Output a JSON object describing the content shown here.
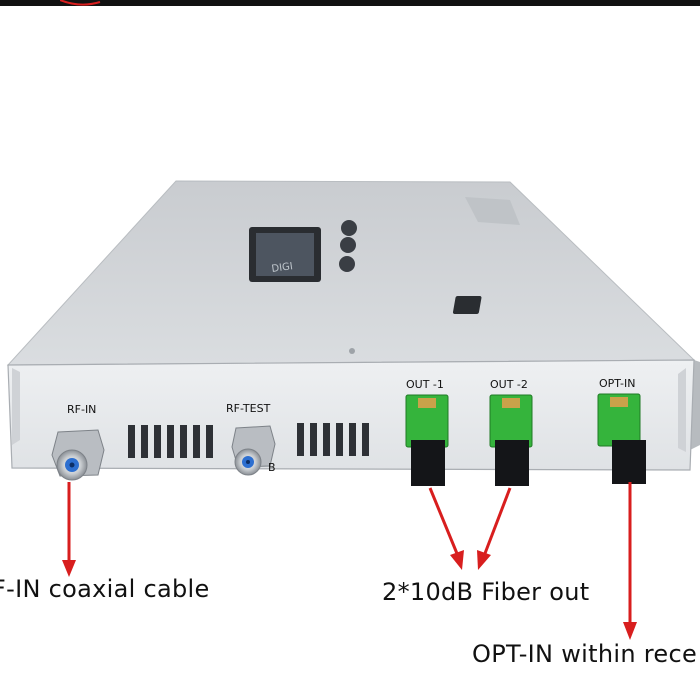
{
  "ports": {
    "rf_in": "RF-IN",
    "rf_test": "RF-TEST",
    "rf_test_mark": "B",
    "out_1": "OUT -1",
    "out_2": "OUT -2",
    "opt_in": "OPT-IN"
  },
  "captions": {
    "rf_in": "F-IN coaxial cable",
    "fiber_out": "2*10dB Fiber out",
    "opt_in": "OPT-IN within rece"
  },
  "colors": {
    "body": "#d4d7da",
    "front_panel": "#e9ebed",
    "connector_green": "#35b43c",
    "arrow_red": "#d81e1e",
    "connector_blue": "#2d6fd0"
  }
}
